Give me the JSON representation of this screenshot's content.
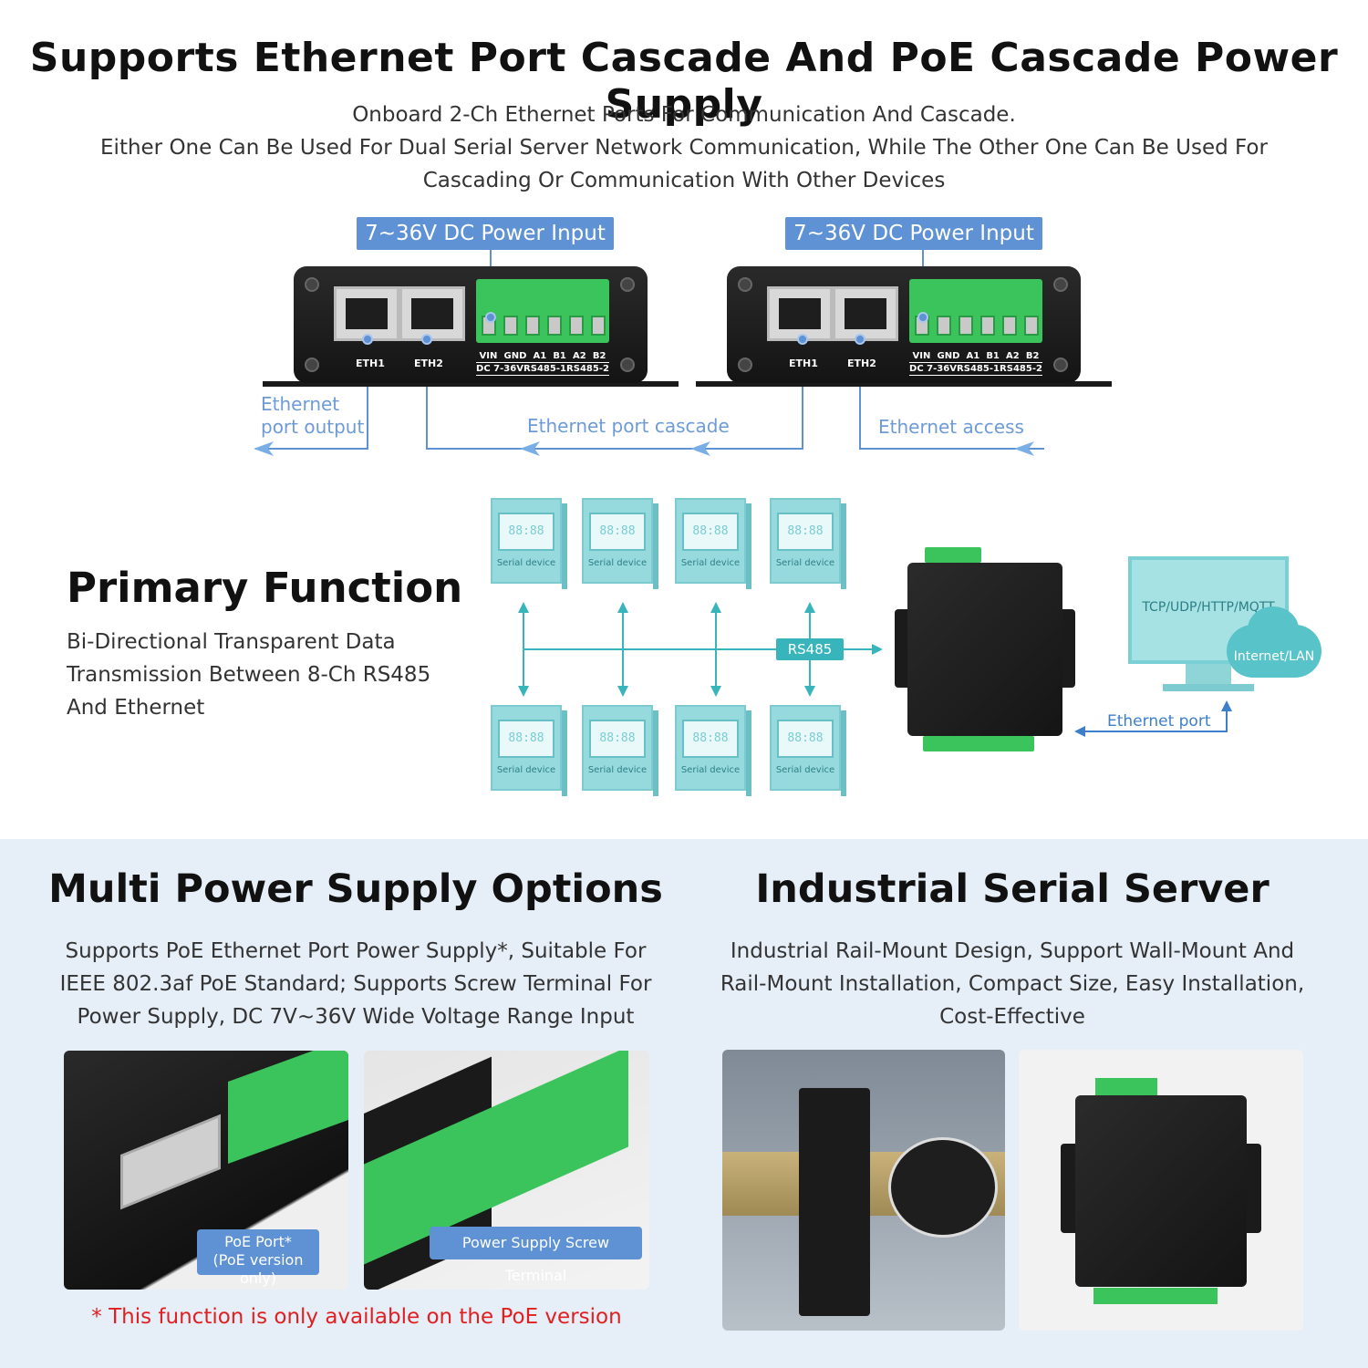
{
  "header": {
    "title": "Supports Ethernet Port Cascade And PoE Cascade Power Supply",
    "subtitle_lines": [
      "Onboard 2-Ch Ethernet Ports For Communication And Cascade.",
      "Either One Can Be Used For Dual Serial Server Network Communication, While The Other One Can Be Used For",
      "Cascading Or Communication With Other Devices"
    ]
  },
  "cascade_diagram": {
    "power_label": "7~36V DC Power Input",
    "eth1_label": "ETH1",
    "eth2_label": "ETH2",
    "terminal_row1": [
      "VIN",
      "GND",
      "A1",
      "B1",
      "A2",
      "B2"
    ],
    "terminal_row2": [
      "DC 7-36V",
      "RS485-1",
      "RS485-2"
    ],
    "ethernet_output_lines": [
      "Ethernet",
      "port output"
    ],
    "ethernet_cascade": "Ethernet port cascade",
    "ethernet_access": "Ethernet access"
  },
  "primary_function": {
    "title": "Primary Function",
    "description_lines": [
      "Bi-Directional Transparent Data",
      "Transmission Between 8-Ch RS485",
      "And Ethernet"
    ],
    "device_screen": "88:88",
    "device_label": "Serial device",
    "bus_label": "RS485",
    "monitor_text": "TCP/UDP/HTTP/MQTT",
    "cloud_text": "Internet/LAN",
    "ethernet_port_label": "Ethernet port"
  },
  "multi_power": {
    "title": "Multi Power Supply Options",
    "description_lines": [
      "Supports PoE Ethernet Port Power Supply*, Suitable For",
      "IEEE 802.3af PoE Standard; Supports Screw Terminal For",
      "Power Supply, DC 7V~36V Wide Voltage Range Input"
    ],
    "poe_tag_line1": "PoE Port*",
    "poe_tag_line2": "(PoE version only)",
    "screw_tag": "Power Supply Screw Terminal",
    "footnote": "* This function is only available on the PoE version"
  },
  "industrial": {
    "title": "Industrial Serial Server",
    "description_lines": [
      "Industrial Rail-Mount Design, Support Wall-Mount And",
      "Rail-Mount Installation, Compact Size, Easy Installation,",
      "Cost-Effective"
    ]
  },
  "colors": {
    "accent_blue": "#5e92d4",
    "teal": "#38b5ba",
    "terminal_green": "#3bc45c",
    "footnote_red": "#e02020"
  }
}
